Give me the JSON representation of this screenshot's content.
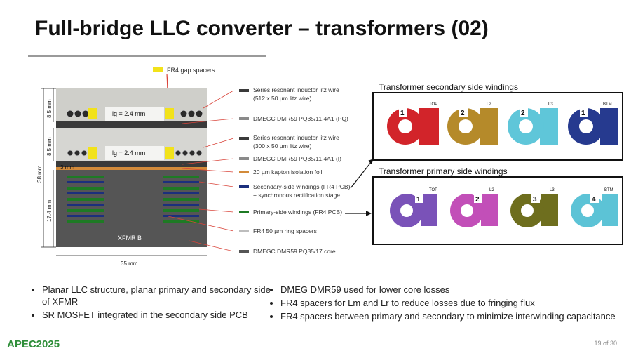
{
  "title": "Full-bridge LLC converter – transformers (02)",
  "cross_section": {
    "label_gap_spacers": "FR4 gap spacers",
    "callouts": [
      "Series resonant inductor litz wire",
      "(512 x 50 µm litz wire)",
      "DMEGC DMR59  PQ35/11.4A1 (PQ)",
      "Series resonant inductor litz wire",
      "(300 x 50 µm litz wire)",
      "DMEGC DMR59  PQ35/11.4A1 (I)",
      "20 µm kapton isolation foil",
      "Secondary-side windings (FR4 PCB)",
      "+ synchronous rectification stage",
      "Primary-side windings (FR4 PCB)",
      "FR4 50 µm ring spacers",
      "DMEGC DMR59 PQ35/17 core"
    ],
    "gap_label_1": "lg = 2.4 mm",
    "gap_label_2": "lg = 2.4 mm",
    "dim_8_5_top": "8.5 mm",
    "dim_8_5_mid": "8.5 mm",
    "dim_3": "3 mm",
    "dim_17_4": "17.4 mm",
    "dim_38": "38 mm",
    "dim_35": "35 mm",
    "xfmr_label": "XFMR B"
  },
  "secondary_panel": {
    "title": "Transformer secondary side windings",
    "layers": [
      "TOP",
      "L2",
      "L3",
      "BTM"
    ],
    "numbers": [
      "1",
      "2",
      "2",
      "1"
    ]
  },
  "primary_panel": {
    "title": "Transformer primary side windings",
    "layers": [
      "TOP",
      "L2",
      "L3",
      "BTM"
    ],
    "numbers": [
      "1",
      "2",
      "3",
      "4"
    ]
  },
  "bullets_left": [
    "Planar LLC structure, planar primary and secondary side of XFMR",
    "SR MOSFET integrated in the secondary side PCB"
  ],
  "bullets_right": [
    "DMEG DMR59 used for lower core losses",
    "FR4 spacers for Lm and Lr to reduce losses due to fringing flux",
    "FR4 spacers between primary and secondary to minimize interwinding capacitance"
  ],
  "footer_logo": "APEC2025",
  "page_number": "19 of 30",
  "colors": {
    "core_gray": "#4a4a4a",
    "air_light": "#d6d6d2",
    "spacer_yellow": "#f2e21a",
    "primary_green": "#1e7a24",
    "secondary_navy": "#1c2f7d",
    "kapton_orange": "#d28a3a",
    "callout_red": "#d9443a"
  }
}
